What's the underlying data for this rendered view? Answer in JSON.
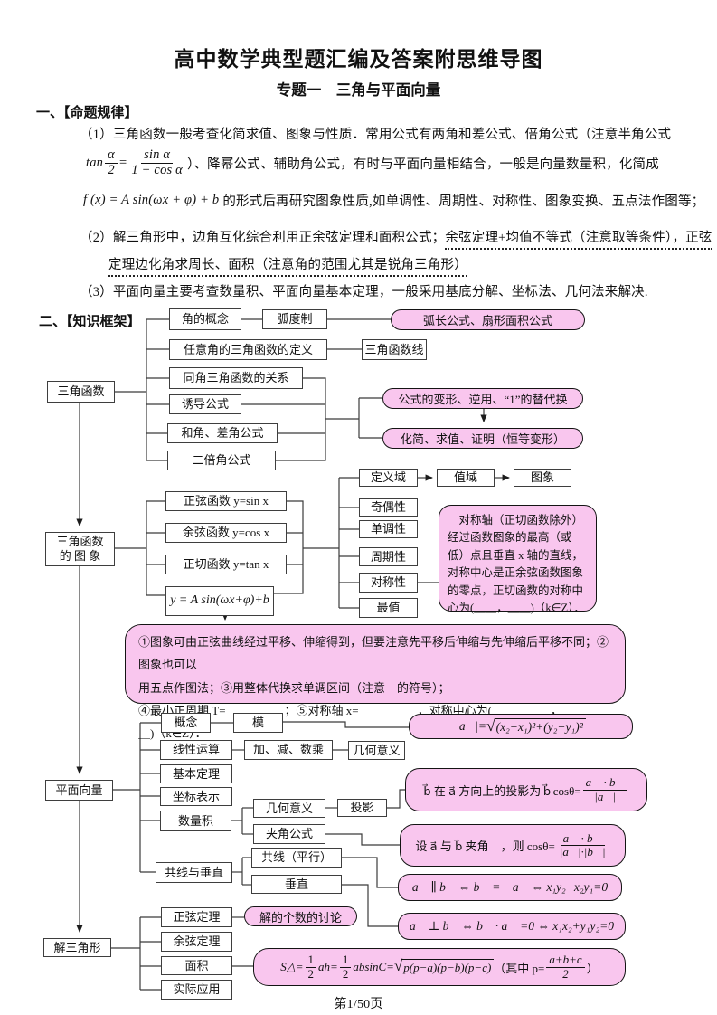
{
  "header": {
    "title": "高中数学典型题汇编及答案附思维导图",
    "subtitle": "专题一　三角与平面向量"
  },
  "rules": {
    "heading": "一、【命题规律】",
    "p1_line1": "（1）三角函数一般考查化简求值、图象与性质．常用公式有两角和差公式、倍角公式（注意半角公式",
    "tan_fn": "tan",
    "tan_num1": "α",
    "tan_den1": "2",
    "tan_eq": "=",
    "tan_num2": "sin α",
    "tan_den2": "1 + cos α",
    "p1_line2": "）、降幂公式、辅助角公式，有时与平面向量相结合，一般是向量数量积，化简成",
    "p1_formula": "f (x) = A sin(ωx + φ) + b",
    "p1_line3": "的形式后再研究图象性质,如单调性、周期性、对称性、图象变换、五点法作图等；",
    "p2_plain": "（2）解三角形中，边角互化综合利用正余弦定理和面积公式；",
    "p2_dotted1": "余弦定理+均值不等式（注意取等条件），正弦",
    "p2_dotted2": "定理边化角求周长、面积（注意角的范围尤其是锐角三角形）",
    "p3": "（3）平面向量主要考查数量积、平面向量基本定理，一般采用基底分解、坐标法、几何法来解决."
  },
  "framework": {
    "heading": "二、【知识框架】",
    "nodes": {
      "trig": "三角函数",
      "trig_graph_l1": "三角函数",
      "trig_graph_l2": "的 图 象",
      "vector": "平面向量",
      "triangle": "解三角形",
      "angle_concept": "角的概念",
      "radian": "弧度制",
      "arc_pill": "弧长公式、扇形面积公式",
      "any_angle_def": "任意角的三角函数的定义",
      "trig_line": "三角函数线",
      "same_angle": "同角三角函数的关系",
      "induction": "诱导公式",
      "sum_diff": "和角、差角公式",
      "double_angle": "二倍角公式",
      "pill_transform": "公式的变形、逆用、“1”的替代换",
      "pill_simplify": "化简、求值、证明（恒等变形）",
      "sin_fn": "正弦函数 y=sin x",
      "cos_fn": "余弦函数 y=cos x",
      "tan_fn": "正切函数 y=tan x",
      "asin_formula": "y = A sin(ωx+φ)+b",
      "domain": "定义域",
      "range": "值域",
      "graph": "图象",
      "parity": "奇偶性",
      "monotony": "单调性",
      "period": "周期性",
      "symmetry": "对称性",
      "extremum": "最值",
      "concept": "概念",
      "mod": "模",
      "linear_op": "线性运算",
      "add_sub": "加、减、数乘",
      "geo_meaning1": "几何意义",
      "basic_thm": "基本定理",
      "coord": "坐标表示",
      "dot_product": "数量积",
      "geo_meaning2": "几何意义",
      "projection": "投影",
      "angle_formula": "夹角公式",
      "collinear_vert": "共线与垂直",
      "collinear": "共线（平行）",
      "vertical": "垂直",
      "sine_thm": "正弦定理",
      "discuss_pill": "解的个数的讨论",
      "cosine_thm": "余弦定理",
      "area": "面积",
      "practical": "实际应用"
    },
    "notes": {
      "symmetry_note": "对称轴（正切函数除外）经过函数图象的最高（或低）点且垂直 x 轴的直线，对称中心是正余弦函数图象的零点，正切函数的对称中心为(＿＿，＿＿)（k∈Z）．",
      "big_l1": "①图象可由正弦曲线经过平移、伸缩得到，但要注意先平移后伸缩与先伸缩后平移不同；②图象也可以",
      "big_l2": "用五点作图法；③用整体代换求单调区间（注意　的符号）；",
      "big_l3": "④最小正周期 T=＿＿＿＿＿；⑤对称轴 x=＿＿＿＿＿，对称中心为(＿＿＿＿＿，＿＿＿＿＿)（k∈Z）．"
    },
    "formulas": {
      "mod_lhs": "|a⃗|=",
      "mod_rad": "(x₂−x₁)²+(y₂−y₁)²",
      "proj_text": "b⃗ 在 a⃗ 方向上的投影为|b⃗|cosθ=",
      "proj_num": "a⃗ · b⃗",
      "proj_den": "|a⃗|",
      "cos_text": "设 a⃗ 与 b⃗ 夹角　，则 cosθ=",
      "cos_num": "a⃗ · b⃗",
      "cos_den": "|a⃗|·|b⃗|",
      "parallel": "a⃗ ∥ b⃗ ⇔ b⃗ =　a⃗ ⇔ x₁y₂−x₂y₁=0",
      "perp": "a⃗ ⊥ b⃗ ⇔ b⃗ · a⃗ =0 ⇔ x₁x₂+y₁y₂=0",
      "area_s": "S△=",
      "area_num1": "1",
      "area_den1": "2",
      "area_mid1": "ah=",
      "area_num2": "1",
      "area_den2": "2",
      "area_mid2": "absinC=",
      "area_rad": "p(p−a)(p−b)(p−c)",
      "area_tail1": "（其中 p=",
      "area_pnum": "a+b+c",
      "area_pden": "2",
      "area_tail2": "）"
    }
  },
  "footer": {
    "page": "第1/50页"
  }
}
